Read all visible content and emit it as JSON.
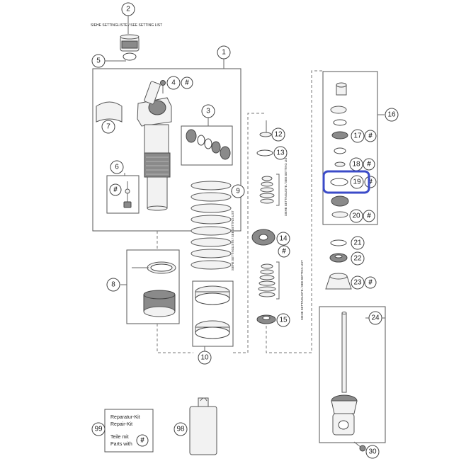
{
  "setting_note": "SIEHE SETTINGLISTE / SEE SETTING LIST",
  "callouts": [
    "1",
    "2",
    "3",
    "4",
    "5",
    "6",
    "7",
    "8",
    "9",
    "10",
    "12",
    "13",
    "14",
    "15",
    "16",
    "17",
    "18",
    "19",
    "20",
    "21",
    "22",
    "23",
    "24",
    "30",
    "98",
    "99"
  ],
  "hash_symbol": "#",
  "repair_kit": {
    "line1": "Reparatur-Kit",
    "line2": "Repair-Kit",
    "line3": "Teile mit",
    "line4": "Parts with"
  },
  "highlight": {
    "callout": "19",
    "color": "#3b4bc8"
  },
  "colors": {
    "line": "#555555",
    "part_fill": "#f2f2f2",
    "part_dark": "#8a8a8a"
  }
}
